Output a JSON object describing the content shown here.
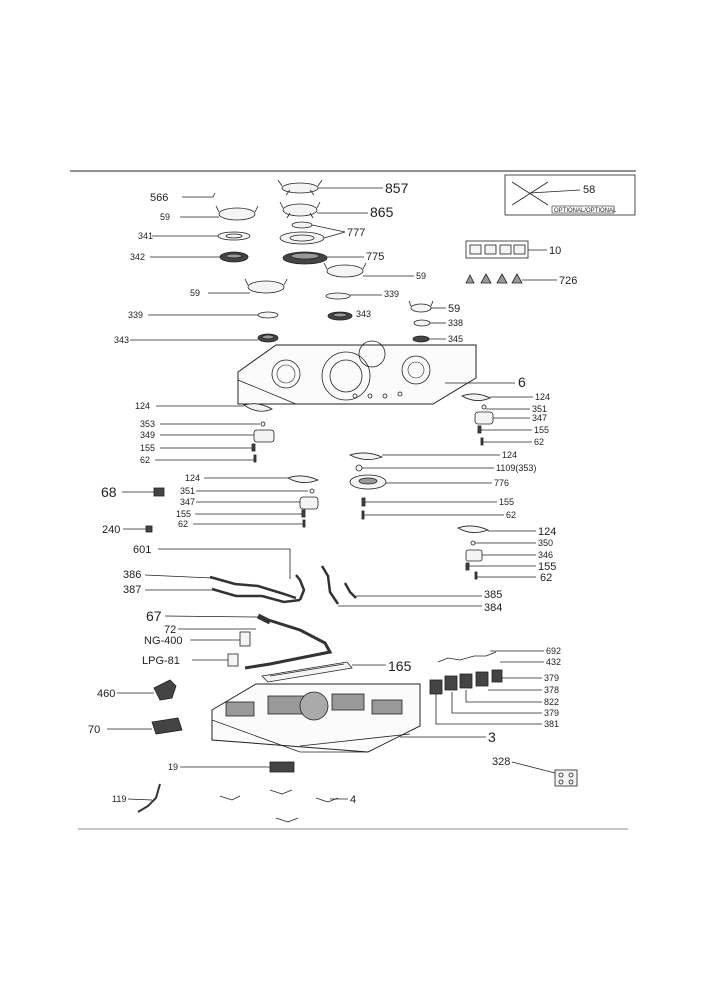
{
  "labels": {
    "l857": "857",
    "l865": "865",
    "l58": "58",
    "l566": "566",
    "l59a": "59",
    "l777": "777",
    "l341": "341",
    "l342": "342",
    "l775": "775",
    "l10": "10",
    "l726": "726",
    "l59b": "59",
    "l59c": "59",
    "l339a": "339",
    "l339b": "339",
    "l59d": "59",
    "l343a": "343",
    "l338": "338",
    "l343b": "343",
    "l345": "345",
    "l6": "6",
    "l124a": "124",
    "l124b": "124",
    "l351a": "351",
    "l353a": "353",
    "l347a": "347",
    "l349": "349",
    "l155a": "155",
    "l155b": "155",
    "l62a": "62",
    "l62b": "62",
    "l124c": "124",
    "l1109": "1109(353)",
    "l124d": "124",
    "l776": "776",
    "l68": "68",
    "l351b": "351",
    "l347b": "347",
    "l155c": "155",
    "l155d": "155",
    "l62c": "62",
    "l62d": "62",
    "l240": "240",
    "l124e": "124",
    "l350": "350",
    "l346": "346",
    "l155e": "155",
    "l62e": "62",
    "l601": "601",
    "l386": "386",
    "l387": "387",
    "l385": "385",
    "l384": "384",
    "l67": "67",
    "l72": "72",
    "lng400": "NG-400",
    "llpg81": "LPG-81",
    "l165": "165",
    "l692": "692",
    "l432": "432",
    "l460": "460",
    "l379a": "379",
    "l378": "378",
    "l822": "822",
    "l379b": "379",
    "l381": "381",
    "l70": "70",
    "l3": "3",
    "l328": "328",
    "l19": "19",
    "l119": "119",
    "l4": "4"
  },
  "optional_box": {
    "caption": "OPTIONAL/OPTIONAL"
  }
}
